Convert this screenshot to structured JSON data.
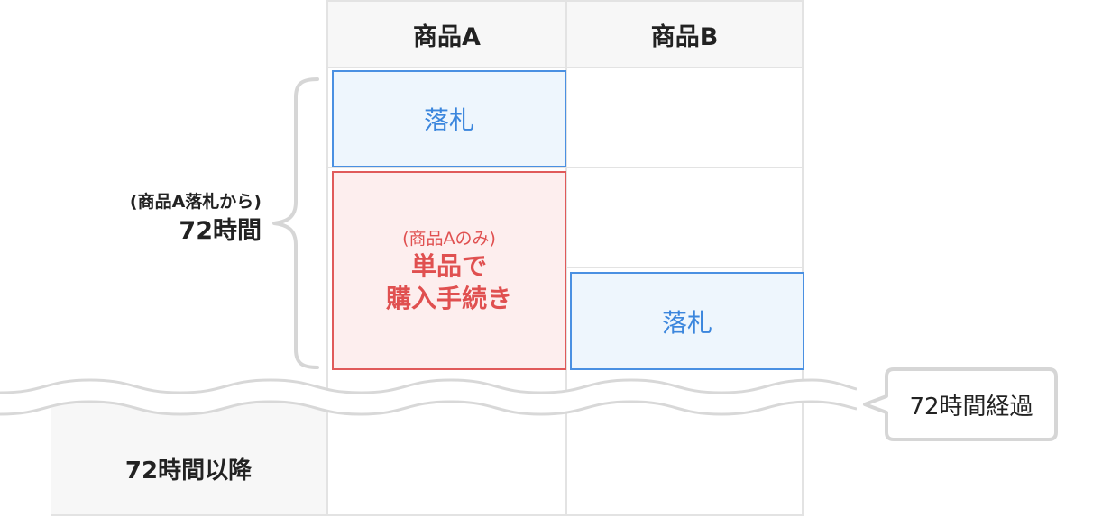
{
  "columns": {
    "a": "商品A",
    "b": "商品B"
  },
  "side_label": {
    "sub": "(商品A落札から)",
    "main": "72時間"
  },
  "cells": {
    "a_bid": "落札",
    "b_bid": "落札",
    "a_only_sub": "(商品Aのみ)",
    "a_only_line1": "単品で",
    "a_only_line2": "購入手続き"
  },
  "after_label": "72時間以降",
  "callout": "72時間経過",
  "colors": {
    "blue_border": "#4a90e2",
    "blue_fill": "#eef6fd",
    "blue_text": "#3b86dd",
    "red_border": "#e05a5a",
    "red_fill": "#fdeeee",
    "red_text": "#e05050",
    "grid": "#e3e3e3",
    "header_fill": "#f7f7f7"
  }
}
